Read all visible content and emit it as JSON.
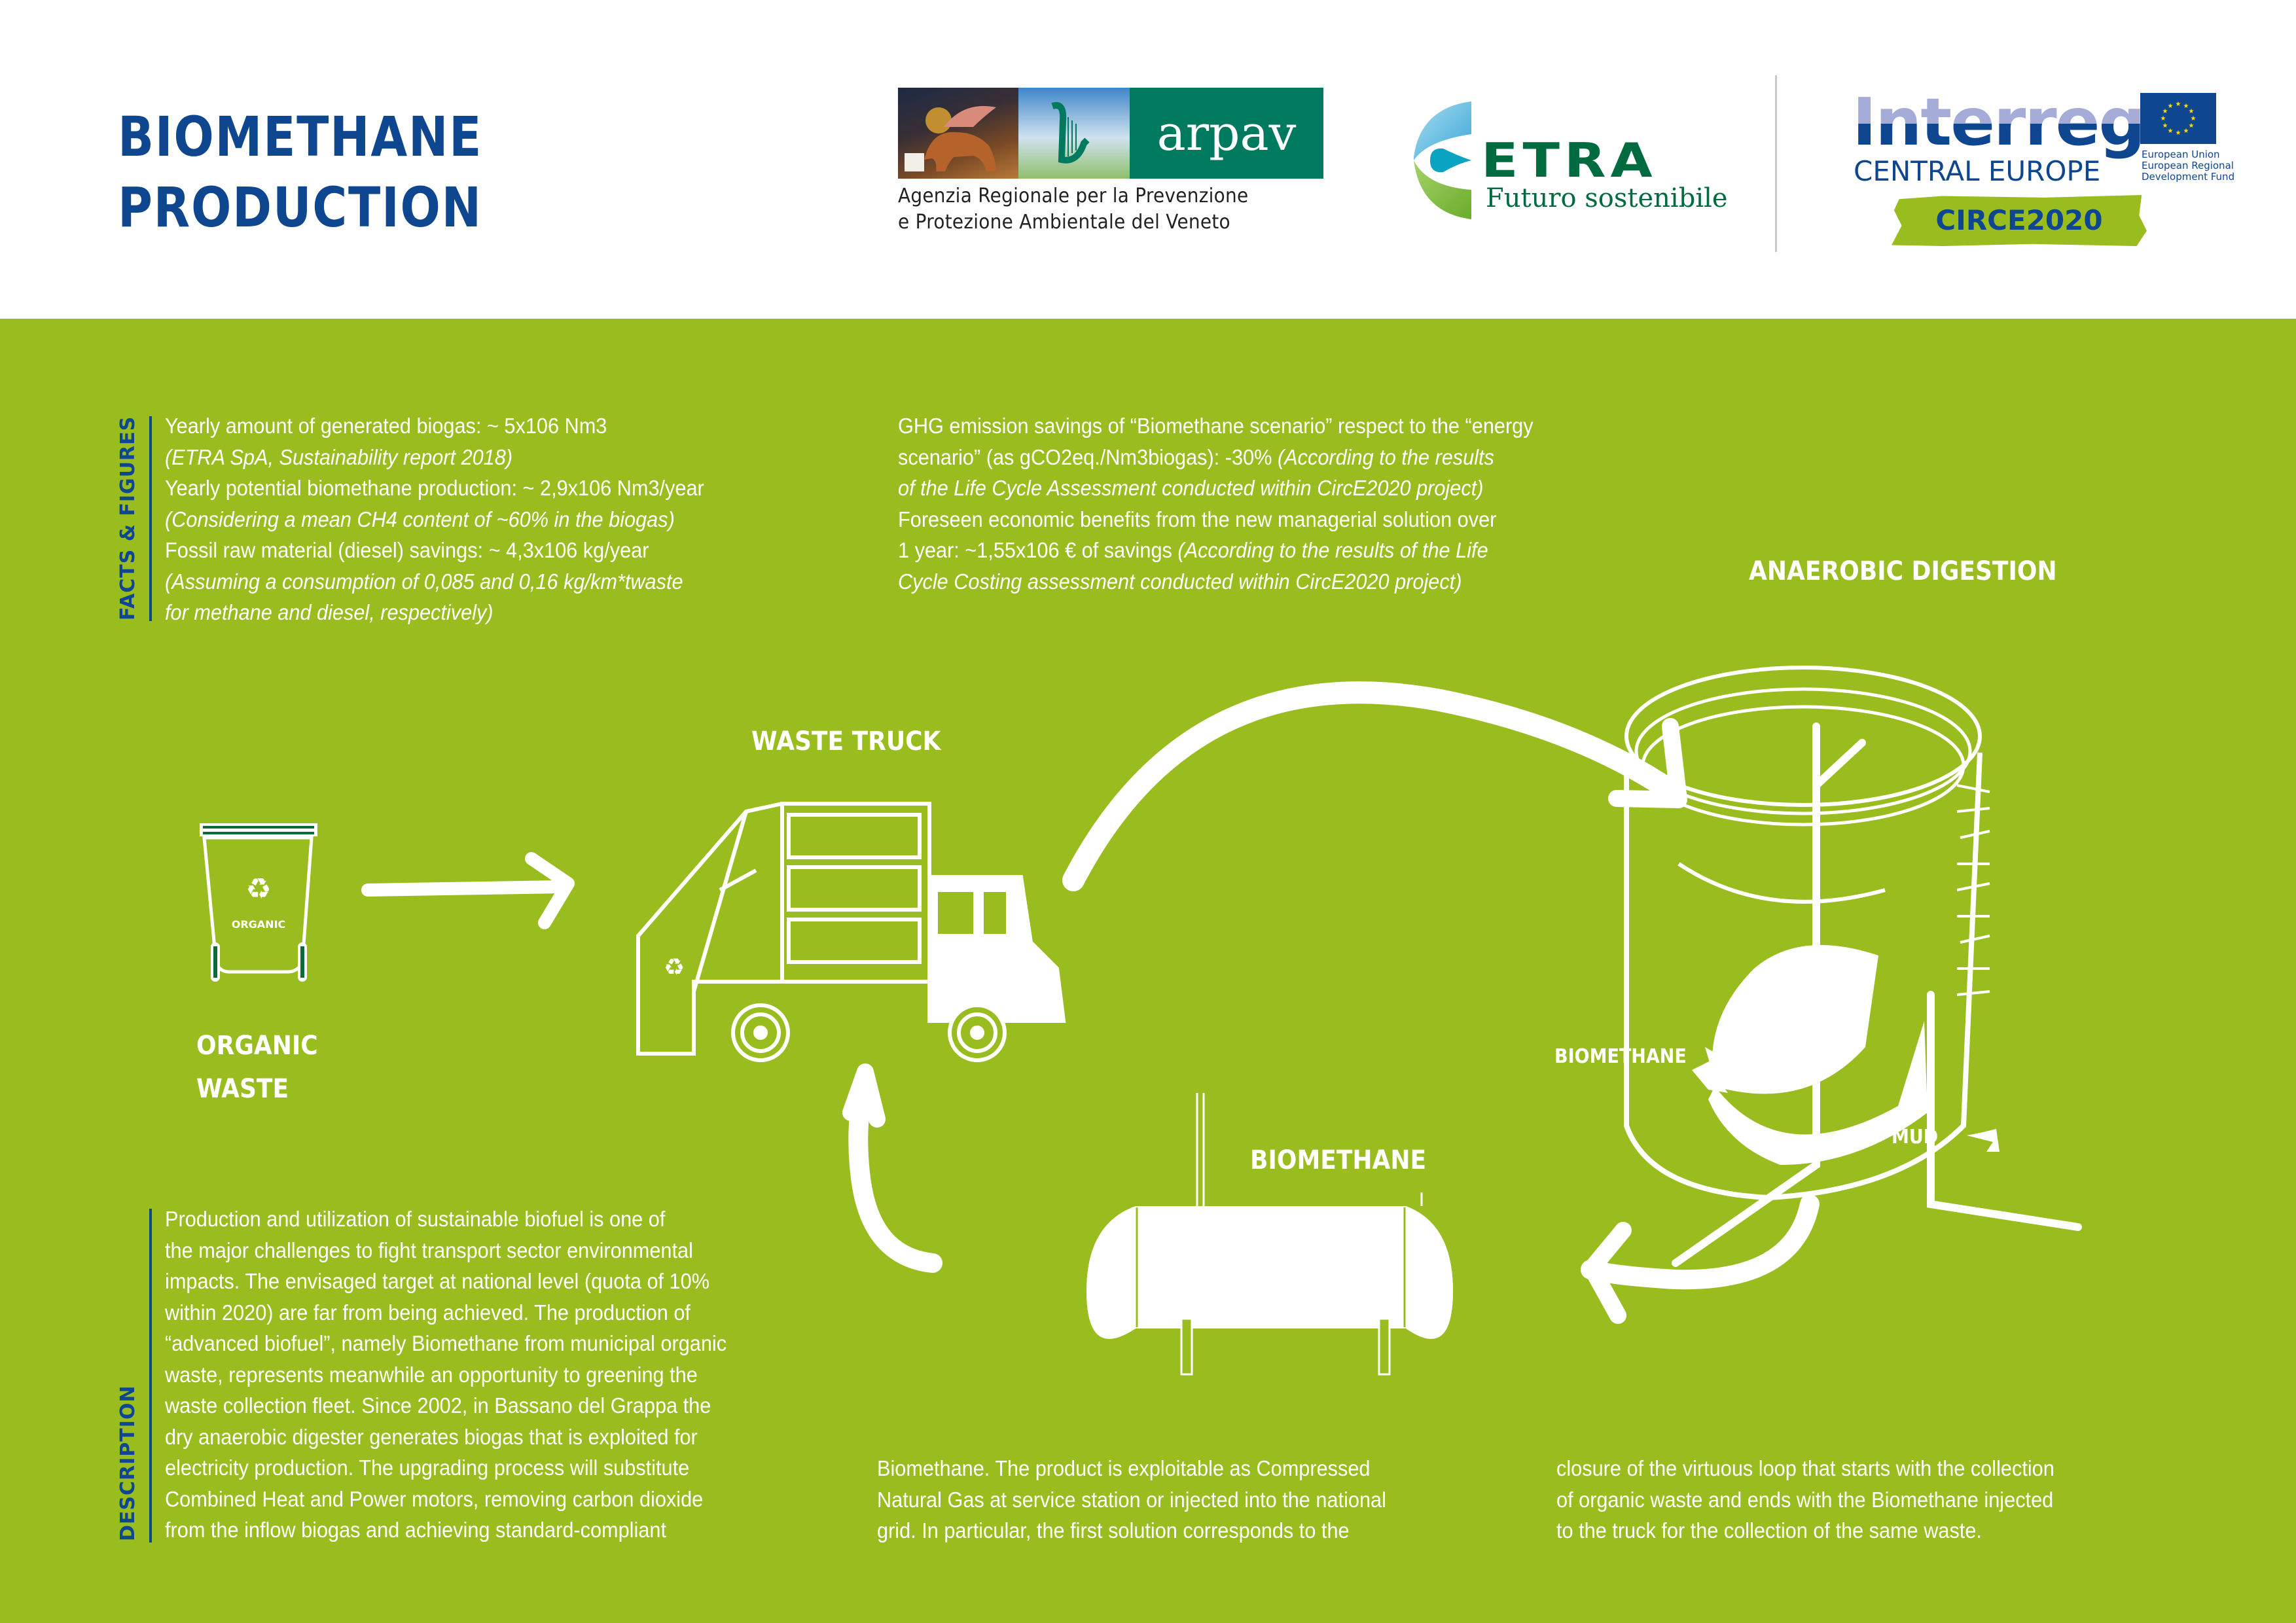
{
  "header": {
    "title_lines": [
      "BIOMETHANE",
      "PRODUCTION"
    ],
    "logos": {
      "arpav": {
        "wordmark": "arpav",
        "subtitle_lines": [
          "Agenzia Regionale per la Prevenzione",
          "e Protezione Ambientale del Veneto"
        ],
        "color": "#007a5e"
      },
      "etra": {
        "wordmark": "ETRA",
        "tagline": "Futuro sostenibile",
        "color": "#006b3e"
      },
      "interreg": {
        "wordmark": "Interreg",
        "programme": "CENTRAL EUROPE",
        "eu_lines": [
          "European Union",
          "European Regional",
          "Development Fund"
        ],
        "project": "CIRCE2020",
        "color": "#0f4690"
      }
    }
  },
  "colors": {
    "background_green": "#99bd1f",
    "title_blue": "#0f4690",
    "white": "#ffffff",
    "dark_green": "#0b6b3a"
  },
  "facts": {
    "section_label": "FACTS & FIGURES",
    "left_column": [
      {
        "text": "Yearly amount of generated biogas: ~ 5x106 Nm3",
        "italic": false
      },
      {
        "text": "(ETRA SpA, Sustainability report 2018)",
        "italic": true
      },
      {
        "text": "Yearly potential biomethane production: ~ 2,9x106 Nm3/year",
        "italic": false
      },
      {
        "text": "(Considering a mean CH4 content of ~60% in the biogas)",
        "italic": true
      },
      {
        "text": "Fossil raw material (diesel) savings:  ~ 4,3x106 kg/year",
        "italic": false
      },
      {
        "text": "(Assuming a consumption of 0,085  and 0,16 kg/km*twaste",
        "italic": true
      },
      {
        "text": "for methane and diesel, respectively)",
        "italic": true
      }
    ],
    "right_column": [
      {
        "plain": "GHG emission savings of “Biomethane scenario” respect to the “energy",
        "italic": ""
      },
      {
        "plain": "scenario” (as gCO2eq./Nm3biogas): -30% ",
        "italic": "(According to the results"
      },
      {
        "plain": "",
        "italic": "of the Life Cycle Assessment conducted within CircE2020 project)"
      },
      {
        "plain": "Foreseen economic benefits from the new managerial solution over",
        "italic": ""
      },
      {
        "plain": "1 year: ~1,55x106 € of savings ",
        "italic": "(According to the results of the Life"
      },
      {
        "plain": "",
        "italic": "Cycle Costing assessment conducted within CircE2020 project)"
      }
    ]
  },
  "diagram": {
    "organic_waste_label": [
      "ORGANIC",
      "WASTE"
    ],
    "bin_label": "ORGANIC",
    "waste_truck_label": "WASTE TRUCK",
    "anaerobic_digestion_label": "ANAEROBIC DIGESTION",
    "digester_outputs": {
      "biomethane": "BIOMETHANE",
      "mud": "MUD"
    },
    "storage_tank_label": "BIOMETHANE"
  },
  "description": {
    "section_label": "DESCRIPTION",
    "column1": [
      "Production and utilization of sustainable biofuel is one of",
      "the major challenges to fight transport sector environmental",
      "impacts. The envisaged target at national level  (quota of 10%",
      "within 2020) are far from being achieved.  The production of",
      "“advanced biofuel”, namely Biomethane from municipal organic",
      "waste, represents meanwhile an opportunity to greening the",
      "waste collection fleet. Since 2002, in Bassano del Grappa the",
      "dry anaerobic digester generates biogas that is exploited for",
      "electricity production. The upgrading process will substitute",
      "Combined Heat and Power motors, removing  carbon dioxide",
      "from the inflow biogas and achieving standard-compliant"
    ],
    "column2": [
      "Biomethane. The product is exploitable as Compressed",
      "Natural Gas at service station or injected into the national",
      "grid. In particular, the first solution corresponds to the"
    ],
    "column3": [
      "closure of the virtuous loop that starts with the collection",
      "of organic waste and ends with the Biomethane injected",
      "to the truck for the collection of the same waste."
    ]
  }
}
